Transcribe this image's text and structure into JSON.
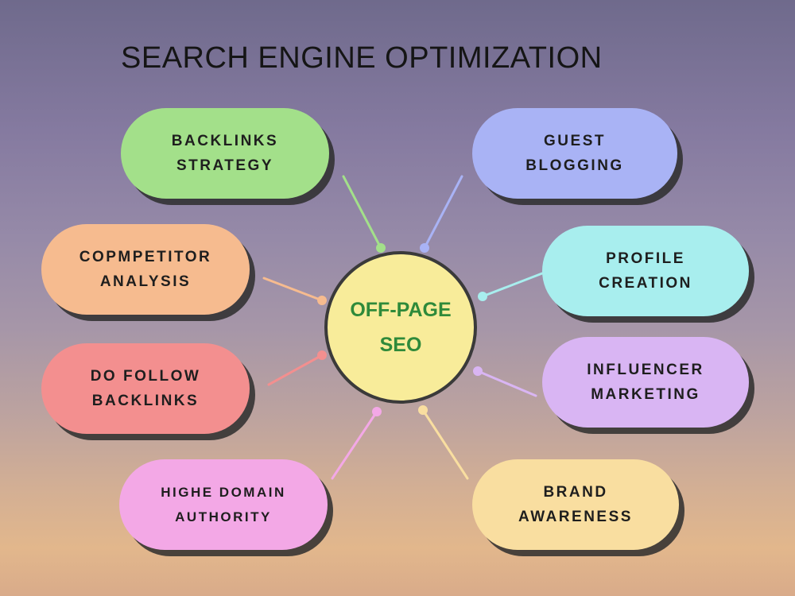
{
  "title": "SEARCH ENGINE OPTIMIZATION",
  "hub": {
    "label": "OFF-PAGE\nSEO"
  },
  "nodes": {
    "backlinks_strategy": {
      "label": "BACKLINKS\nSTRATEGY",
      "color": "#a3e08a"
    },
    "guest_blogging": {
      "label": "GUEST\nBLOGGING",
      "color": "#a9b3f5"
    },
    "competitor_analysis": {
      "label": "COPMPETITOR\nANALYSIS",
      "color": "#f6bb8f"
    },
    "profile_creation": {
      "label": "PROFILE\nCREATION",
      "color": "#a8eeee"
    },
    "do_follow_backlinks": {
      "label": "DO FOLLOW\nBACKLINKS",
      "color": "#f38f8f"
    },
    "influencer_marketing": {
      "label": "INFLUENCER\nMARKETING",
      "color": "#d9b5f3"
    },
    "high_domain_authority": {
      "label": "HIGHE DOMAIN\nAUTHORITY",
      "color": "#f3a8e6"
    },
    "brand_awareness": {
      "label": "BRAND\nAWARENESS",
      "color": "#f9dea0"
    }
  },
  "colors": {
    "hub_fill": "#f8ec9a",
    "hub_text": "#2f8a3a",
    "hub_border": "#3a3a3a"
  }
}
